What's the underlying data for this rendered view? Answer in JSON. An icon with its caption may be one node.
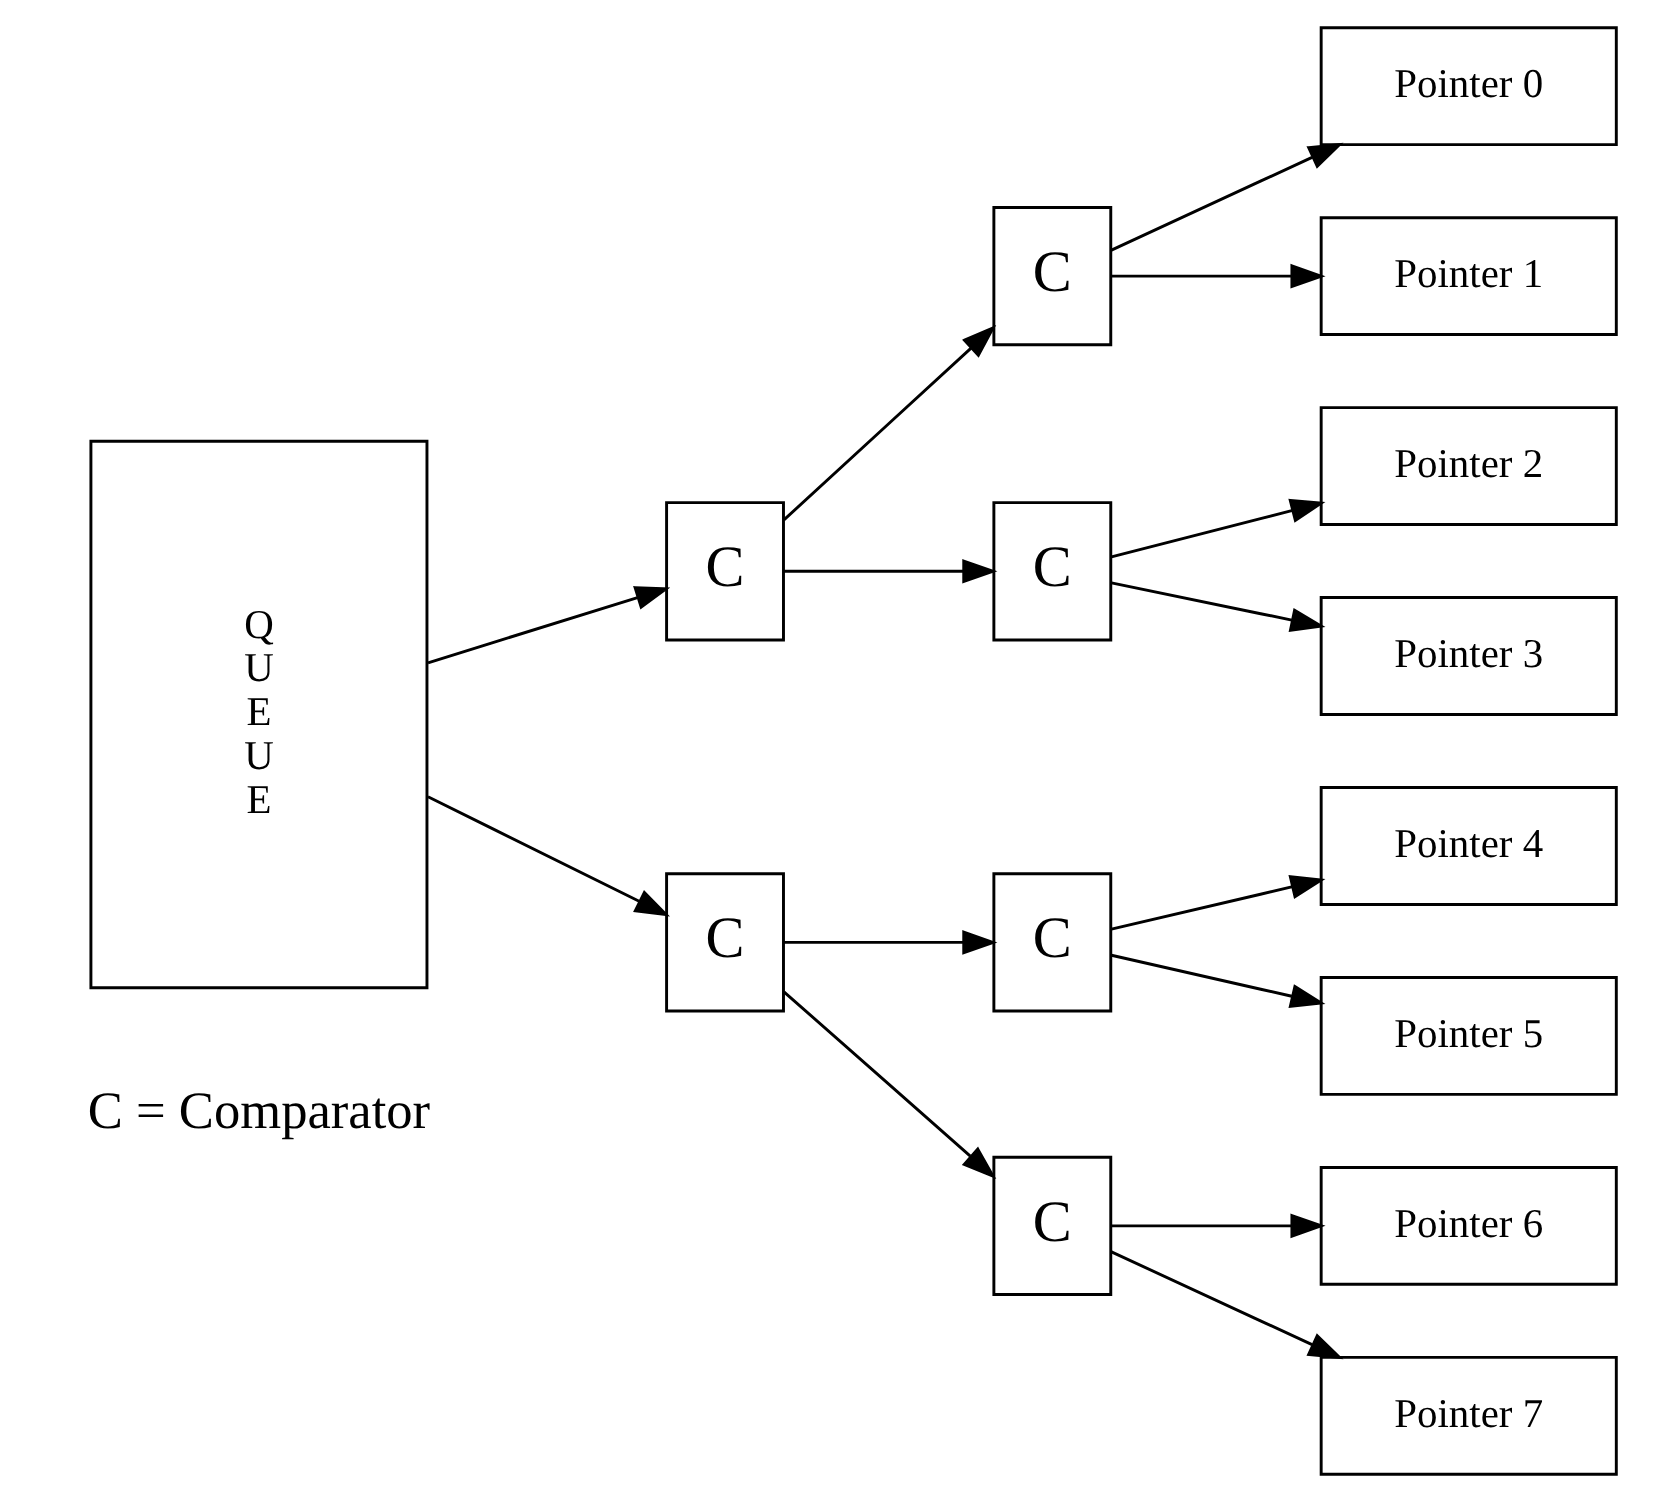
{
  "diagram": {
    "nodes": [
      {
        "text": [
          "Q U E U E"
        ]
      },
      {
        "text": [
          "C"
        ]
      },
      {
        "text": [
          "C"
        ]
      },
      {
        "text": [
          "C"
        ]
      },
      {
        "text": [
          "C"
        ]
      },
      {
        "text": [
          "C"
        ]
      },
      {
        "text": [
          "C"
        ]
      },
      {
        "text": [
          "Pointer 0"
        ]
      },
      {
        "text": [
          "Pointer 1"
        ]
      },
      {
        "text": [
          "Pointer 2"
        ]
      },
      {
        "text": [
          "Pointer 3"
        ]
      },
      {
        "text": [
          "Pointer 4"
        ]
      },
      {
        "text": [
          "Pointer 5"
        ]
      },
      {
        "text": [
          "Pointer 6"
        ]
      },
      {
        "text": [
          "Pointer 7"
        ]
      }
    ],
    "edges": [
      {
        "from": 0,
        "to": 1,
        "arrow": "to"
      },
      {
        "from": 0,
        "to": 2,
        "arrow": "to"
      },
      {
        "from": 1,
        "to": 3,
        "arrow": "to"
      },
      {
        "from": 1,
        "to": 4,
        "arrow": "to"
      },
      {
        "from": 2,
        "to": 5,
        "arrow": "to"
      },
      {
        "from": 2,
        "to": 6,
        "arrow": "to"
      },
      {
        "from": 3,
        "to": 7,
        "arrow": "to"
      },
      {
        "from": 3,
        "to": 8,
        "arrow": "to"
      },
      {
        "from": 4,
        "to": 9,
        "arrow": "to"
      },
      {
        "from": 4,
        "to": 10,
        "arrow": "to"
      },
      {
        "from": 5,
        "to": 11,
        "arrow": "to"
      },
      {
        "from": 5,
        "to": 12,
        "arrow": "to"
      },
      {
        "from": 6,
        "to": 13,
        "arrow": "to"
      },
      {
        "from": 6,
        "to": 14,
        "arrow": "to"
      }
    ],
    "labels": [
      "C = Comparator"
    ]
  }
}
